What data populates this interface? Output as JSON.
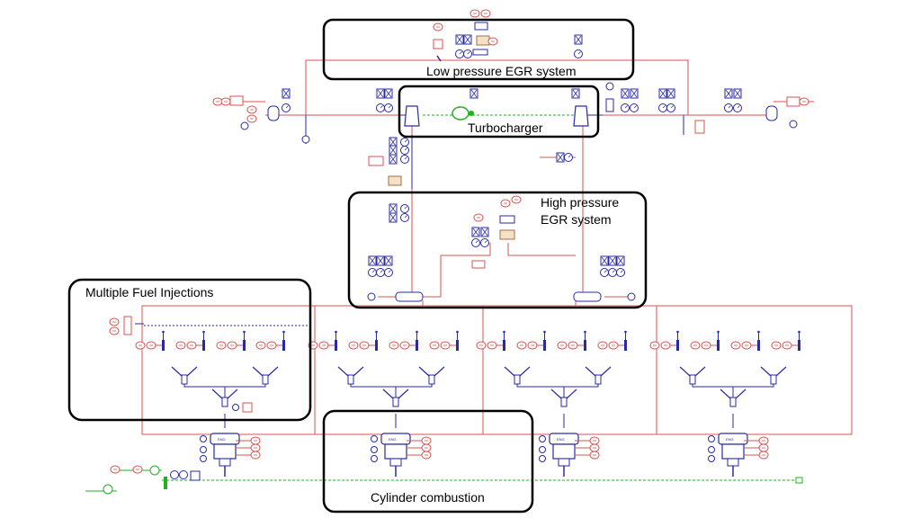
{
  "labels": {
    "low_pressure_egr": "Low pressure EGR system",
    "turbocharger": "Turbocharger",
    "high_pressure_egr": "High pressure EGR system",
    "multiple_fuel_injections": "Multiple Fuel Injections",
    "cylinder_combustion": "Cylinder combustion"
  },
  "colors": {
    "air_path": "#d9534f",
    "component": "#2a2aa5",
    "shaft": "#22b022",
    "frame": "#000000"
  }
}
